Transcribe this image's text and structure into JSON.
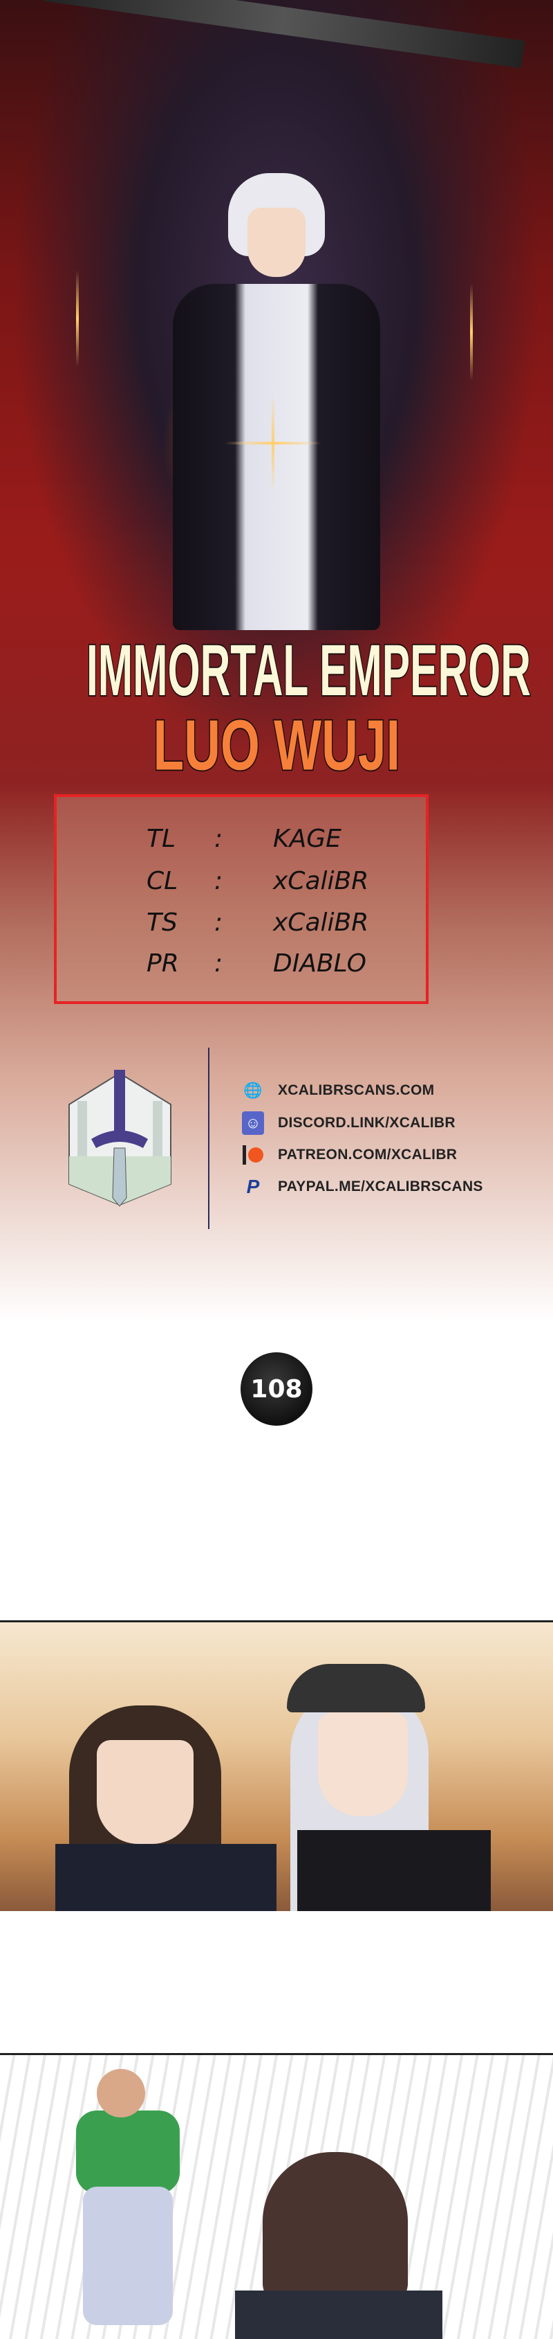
{
  "series_title": {
    "line1": "IMMORTAL EMPEROR",
    "line2": "LUO WUJI"
  },
  "credits": [
    {
      "role": "TL",
      "sep": ":",
      "name": "KAGE"
    },
    {
      "role": "CL",
      "sep": ":",
      "name": "xCaliBR"
    },
    {
      "role": "TS",
      "sep": ":",
      "name": "xCaliBR"
    },
    {
      "role": "PR",
      "sep": ":",
      "name": "DIABLO"
    }
  ],
  "links": [
    {
      "icon": "globe-icon",
      "text": "XCALIBRSCANS.COM"
    },
    {
      "icon": "discord-icon",
      "text": "DISCORD.LINK/XCALIBR"
    },
    {
      "icon": "patreon-icon",
      "text": "PATREON.COM/XCALIBR"
    },
    {
      "icon": "paypal-icon",
      "text": "PAYPAL.ME/XCALIBRSCANS"
    }
  ],
  "chapter_number": "108",
  "colors": {
    "credits_border": "#e52323",
    "title_main": "#fbf7d8",
    "title_sub": "#f6803a"
  }
}
